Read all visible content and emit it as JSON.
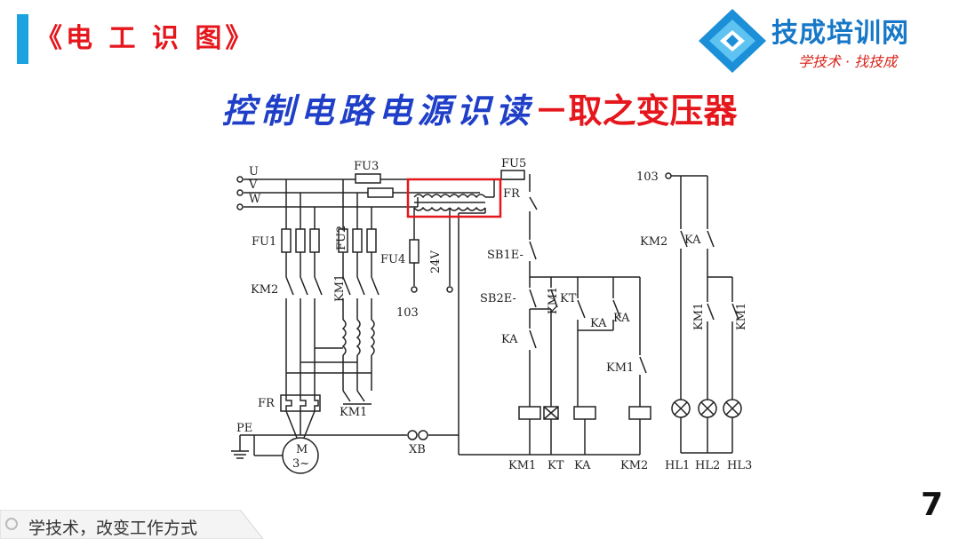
{
  "header": {
    "series_title": "《电 工 识 图》",
    "logo_name": "技成培训网",
    "logo_slogan": "学技术 · 找技成"
  },
  "slide": {
    "title_main": "控制电路电源识读",
    "title_dash": "－",
    "title_highlight": "取之变压器"
  },
  "diagram": {
    "labels": {
      "U": "U",
      "V": "V",
      "W": "W",
      "FU1": "FU1",
      "FU2": "FU2",
      "FU3": "FU3",
      "FU4": "FU4",
      "FU5": "FU5",
      "KM2_main": "KM2",
      "KM1_main": "KM1",
      "KM1_bottom": "KM1",
      "FR_main": "FR",
      "FR_ctrl": "FR",
      "PE": "PE",
      "motor_M": "M",
      "motor_phase": "3~",
      "XB": "XB",
      "v24": "24V",
      "n103_left": "103",
      "n103_right": "103",
      "SB1E": "SB1E-",
      "SB2E": "SB2E-",
      "KA_left": "KA",
      "KM1_ctrl": "KM1",
      "KT_ctrl": "KT",
      "KA_ctrl1": "KA",
      "KA_ctrl2": "KA",
      "KM1_ctrl2": "KM1",
      "KM2_sig": "KM2",
      "KA_sig": "KA",
      "KM1_sig1": "KM1",
      "KM1_sig2": "KM1",
      "coil_KM1": "KM1",
      "coil_KT": "KT",
      "coil_KA": "KA",
      "coil_KM2": "KM2",
      "HL1": "HL1",
      "HL2": "HL2",
      "HL3": "HL3"
    },
    "highlight_color": "#e5161c"
  },
  "page": {
    "number": "7"
  },
  "footer": {
    "text": "学技术，改变工作方式"
  }
}
